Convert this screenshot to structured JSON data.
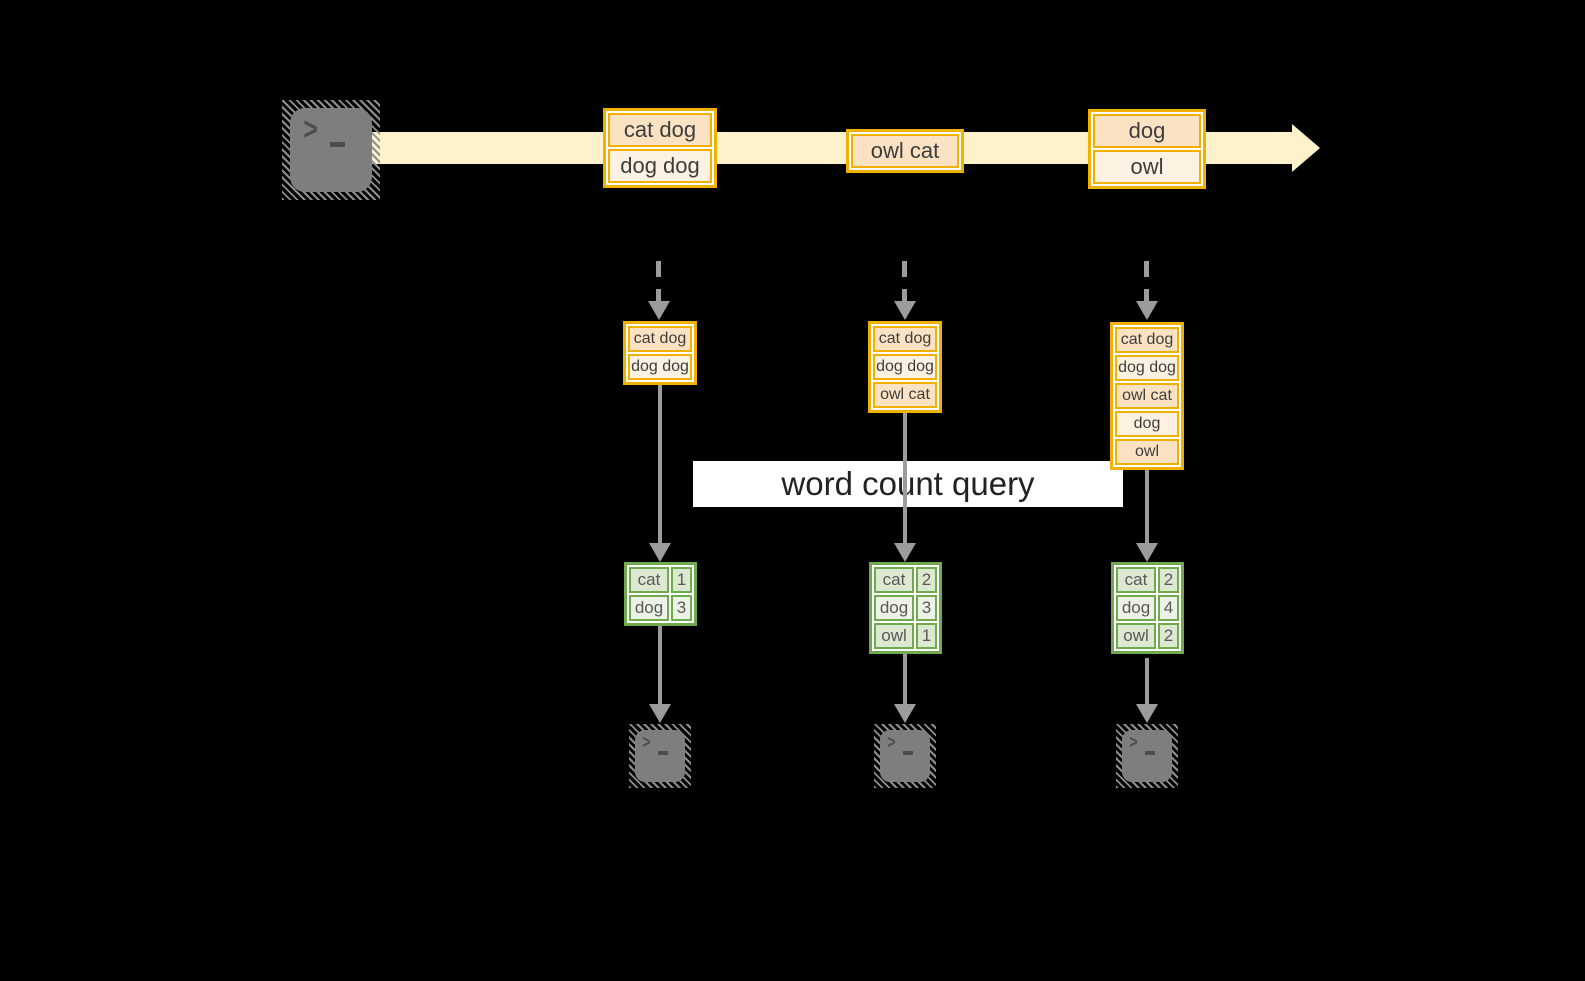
{
  "title_label": "word count query",
  "stream": {
    "events": [
      {
        "rows": [
          "cat dog",
          "dog dog"
        ]
      },
      {
        "rows": [
          "owl cat"
        ]
      },
      {
        "rows": [
          "dog",
          "owl"
        ]
      }
    ]
  },
  "pipelines": [
    {
      "buffered_records": [
        "cat dog",
        "dog dog"
      ],
      "counts": [
        [
          "cat",
          "1"
        ],
        [
          "dog",
          "3"
        ]
      ]
    },
    {
      "buffered_records": [
        "cat dog",
        "dog dog",
        "owl cat"
      ],
      "counts": [
        [
          "cat",
          "2"
        ],
        [
          "dog",
          "3"
        ],
        [
          "owl",
          "1"
        ]
      ]
    },
    {
      "buffered_records": [
        "cat dog",
        "dog dog",
        "owl cat",
        "dog",
        "owl"
      ],
      "counts": [
        [
          "cat",
          "2"
        ],
        [
          "dog",
          "4"
        ],
        [
          "owl",
          "2"
        ]
      ]
    }
  ],
  "icons": {
    "terminal_glyph": ">"
  },
  "colors": {
    "gold_border": "#f2b100",
    "peach_fill": "#fbe2c2",
    "cream_fill": "#fdf2e2",
    "stream_fill": "#fdf2cc",
    "green_border": "#6faa4e",
    "green_cell": "#dce8d0",
    "green_cell_light": "#edf2e7",
    "icon_gray": "#7e7e7e",
    "arrow_gray": "#9c9c9c",
    "label_bg": "#ffffff",
    "text_ink": "#3d3d3d"
  }
}
